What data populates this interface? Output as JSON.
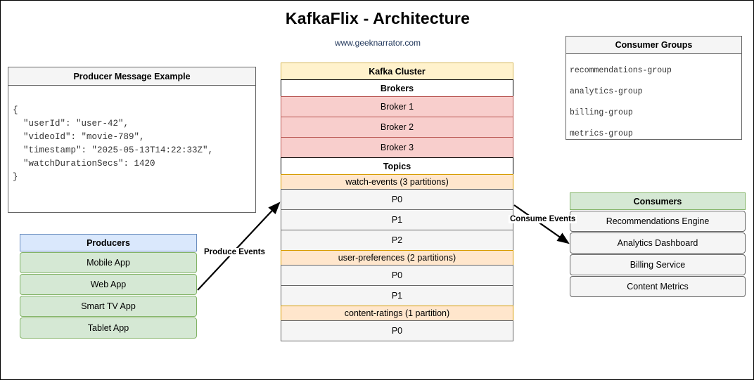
{
  "header": {
    "title": "KafkaFlix - Architecture",
    "subtitle": "www.geeknarrator.com"
  },
  "producer_message": {
    "title": "Producer Message Example",
    "body": "{\n  \"userId\": \"user-42\",\n  \"videoId\": \"movie-789\",\n  \"timestamp\": \"2025-05-13T14:22:33Z\",\n  \"watchDurationSecs\": 1420\n}"
  },
  "producers": {
    "title": "Producers",
    "items": [
      {
        "label": "Mobile App"
      },
      {
        "label": "Web App"
      },
      {
        "label": "Smart TV App"
      },
      {
        "label": "Tablet App"
      }
    ]
  },
  "cluster": {
    "title": "Kafka Cluster",
    "brokers_title": "Brokers",
    "brokers": [
      {
        "label": "Broker 1"
      },
      {
        "label": "Broker 2"
      },
      {
        "label": "Broker 3"
      }
    ],
    "topics_title": "Topics",
    "topics": [
      {
        "label": "watch-events (3 partitions)",
        "partitions": [
          {
            "label": "P0"
          },
          {
            "label": "P1"
          },
          {
            "label": "P2"
          }
        ]
      },
      {
        "label": "user-preferences (2 partitions)",
        "partitions": [
          {
            "label": "P0"
          },
          {
            "label": "P1"
          }
        ]
      },
      {
        "label": "content-ratings (1 partition)",
        "partitions": [
          {
            "label": "P0"
          }
        ]
      }
    ]
  },
  "consumer_groups": {
    "title": "Consumer Groups",
    "items": [
      {
        "label": "recommendations-group"
      },
      {
        "label": "analytics-group"
      },
      {
        "label": "billing-group"
      },
      {
        "label": "metrics-group"
      }
    ]
  },
  "consumers": {
    "title": "Consumers",
    "items": [
      {
        "label": "Recommendations Engine"
      },
      {
        "label": "Analytics Dashboard"
      },
      {
        "label": "Billing Service"
      },
      {
        "label": "Content Metrics"
      }
    ]
  },
  "arrows": {
    "produce_label": "Produce Events",
    "consume_label": "Consume Events"
  },
  "colors": {
    "cluster_header": "#fff2cc",
    "cluster_header_border": "#d6b656",
    "broker": "#f8cecc",
    "broker_border": "#b85450",
    "topic": "#ffe6cc",
    "topic_border": "#d79b00",
    "partition": "#f5f5f5",
    "producers_header": "#dae8fc",
    "producers_header_border": "#6c8ebf",
    "producer_item": "#d5e8d4",
    "producer_item_border": "#82b366",
    "consumers_header": "#d5e8d4",
    "consumer_item": "#f5f5f5",
    "panel_border": "#666666",
    "subtitle_text": "#23395d"
  }
}
